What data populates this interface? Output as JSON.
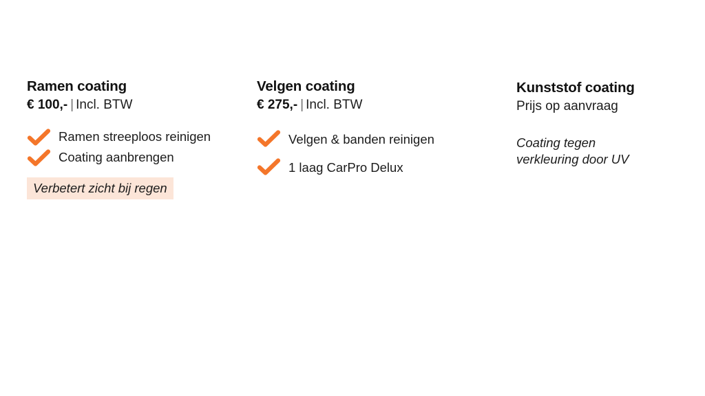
{
  "page": {
    "background_color": "#ffffff",
    "accent_color": "#f4762a",
    "highlight_background": "#fce5d8",
    "text_color": "#1c1c1c"
  },
  "columns": [
    {
      "id": "ramen",
      "title": "Ramen coating",
      "price_amount": "€ 100,-",
      "price_separator": "|",
      "price_vat": "Incl. BTW",
      "features": [
        {
          "icon": "check-icon",
          "label": "Ramen streeploos reinigen"
        },
        {
          "icon": "check-icon",
          "label": "Coating aanbrengen"
        }
      ],
      "highlight": "Verbetert zicht bij regen"
    },
    {
      "id": "velgen",
      "title": "Velgen coating",
      "price_amount": "€ 275,-",
      "price_separator": "|",
      "price_vat": "Incl. BTW",
      "features": [
        {
          "icon": "check-icon",
          "label": "Velgen & banden reinigen"
        },
        {
          "icon": "check-icon",
          "label": "1 laag CarPro Delux"
        }
      ],
      "highlight": null
    },
    {
      "id": "kunststof",
      "title": "Kunststof coating",
      "price_plain": "Prijs op aanvraag",
      "features": [],
      "note_line_1": "Coating tegen",
      "note_line_2": "verkleuring door UV"
    }
  ]
}
